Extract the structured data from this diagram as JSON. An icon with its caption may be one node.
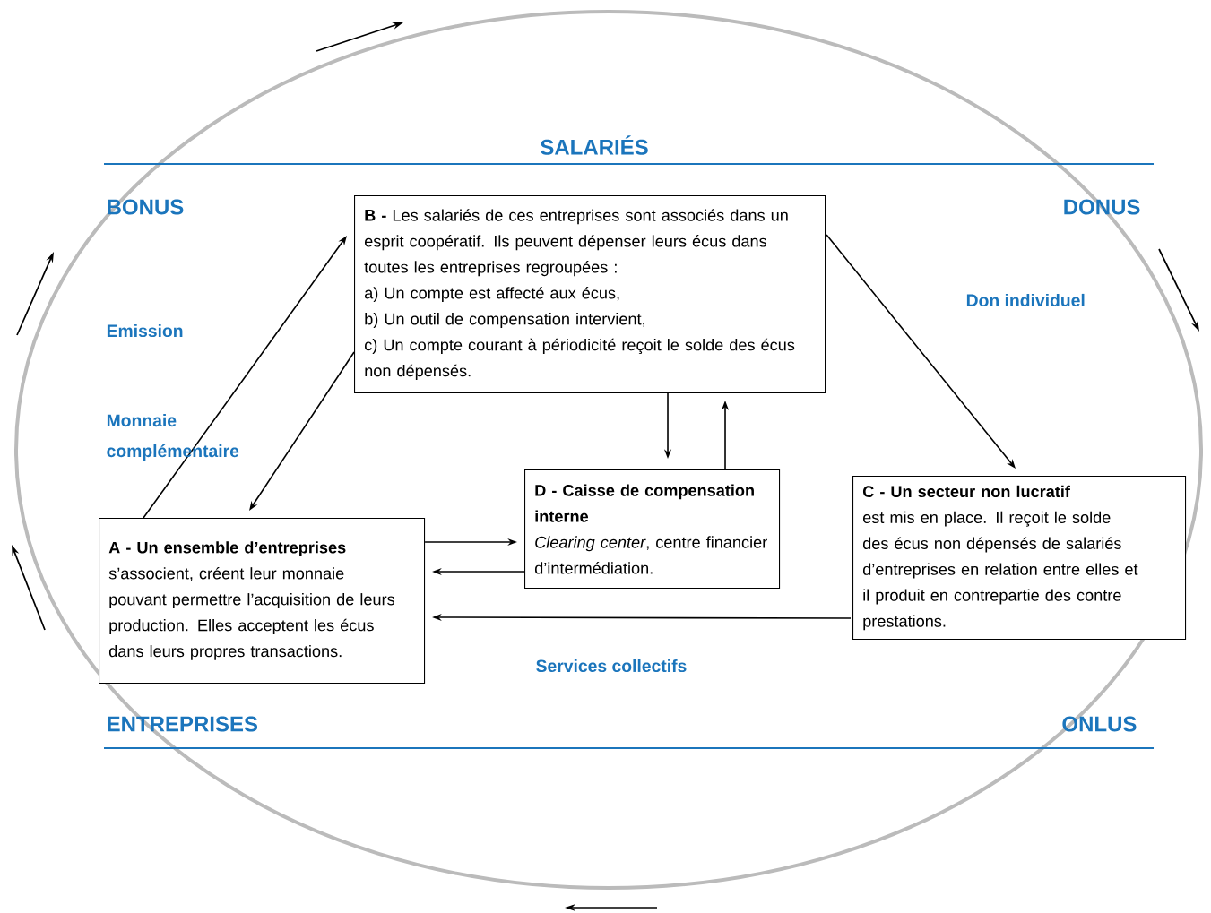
{
  "diagram": {
    "nodes": [
      {
        "text": [
          "A - Un ensemble d’entreprises",
          "s’associent, créent leur monnaie pouvant permettre l’acquisition de leurs production. Elles acceptent les écus dans leurs propres transactions."
        ]
      },
      {
        "text": [
          "**B -** Les salariés de ces entreprises sont associés dans un esprit coopératif. Ils peuvent dépenser leurs écus dans toutes les entreprises regroupées :",
          "a) Un compte est affecté aux écus,",
          "b) Un outil de compensation intervient,",
          "c) Un compte courant à périodicité reçoit le solde des écus non dépensés."
        ]
      },
      {
        "text": [
          "D - Caisse de compensation interne",
          "*Clearing center*, centre financier d’intermédiation."
        ]
      },
      {
        "text": [
          "C - Un secteur non lucratif",
          "est mis en place. Il reçoit le solde des écus non dépensés de salariés d’entreprises en relation entre elles et il produit en contrepartie des contre prestations."
        ]
      }
    ],
    "edges": [
      {
        "from": 0,
        "to": 1,
        "arrow": "to"
      },
      {
        "from": 1,
        "to": 0,
        "arrow": "to"
      },
      {
        "from": 0,
        "to": 2,
        "arrow": "to"
      },
      {
        "from": 2,
        "to": 0,
        "arrow": "to"
      },
      {
        "from": 3,
        "to": 0,
        "arrow": "to"
      },
      {
        "from": 1,
        "to": 2,
        "arrow": "to"
      },
      {
        "from": 2,
        "to": 1,
        "arrow": "to"
      },
      {
        "from": 1,
        "to": 3,
        "arrow": "to"
      }
    ],
    "labels": [
      "SALARIÉS",
      "BONUS",
      "DONUS",
      "Don individuel",
      "Emission",
      "Monnaie complémentaire",
      "Services collectifs",
      "ENTREPRISES",
      "ONLUS"
    ]
  }
}
